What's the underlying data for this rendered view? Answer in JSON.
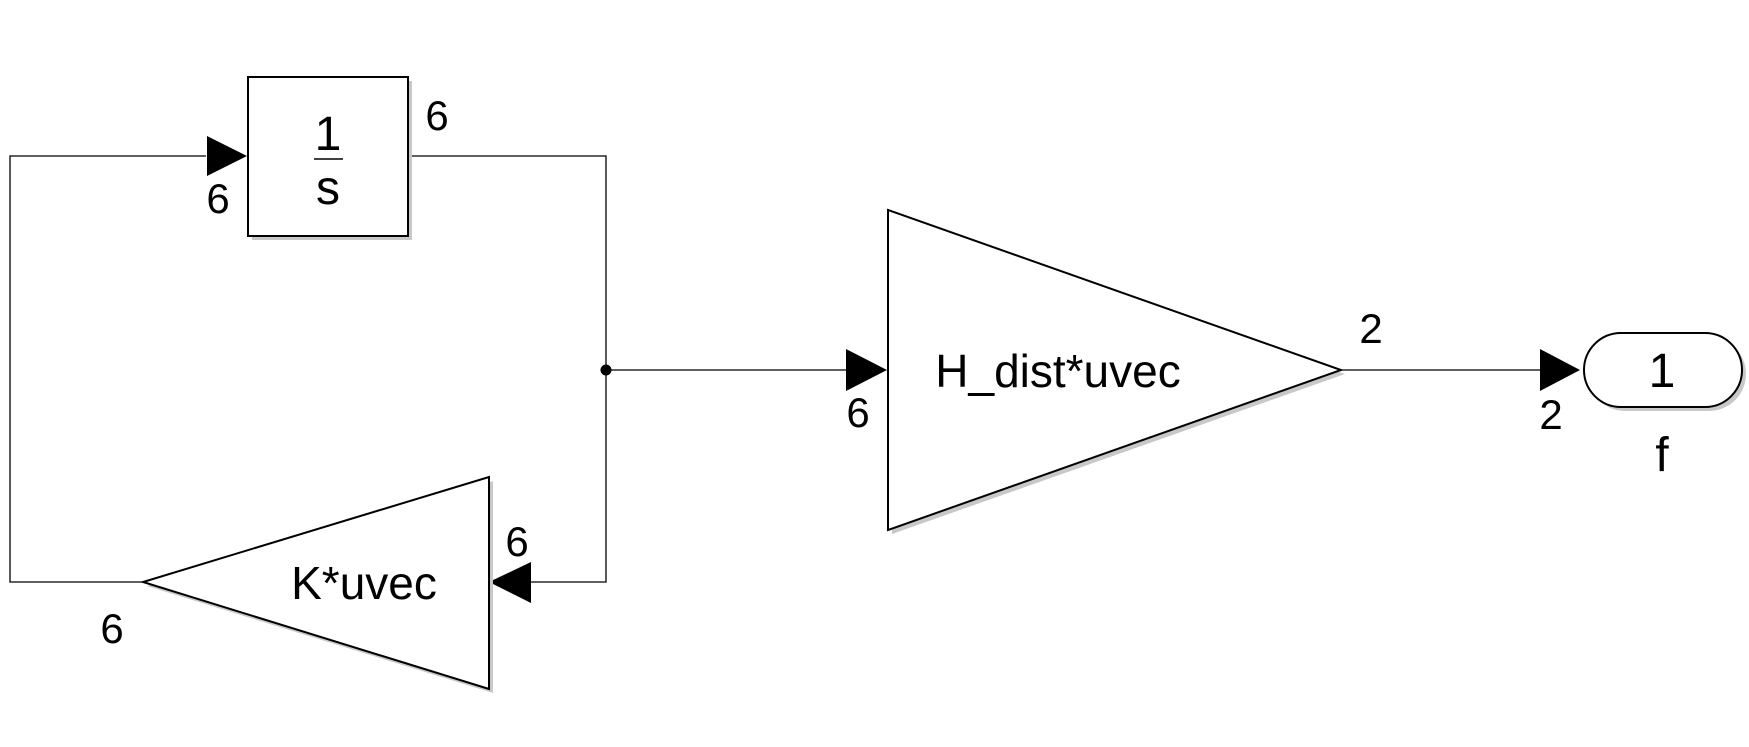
{
  "blocks": {
    "integrator": {
      "numerator": "1",
      "denominator": "s"
    },
    "gain_distribution": {
      "label": "H_dist*uvec"
    },
    "gain_feedback": {
      "label": "K*uvec"
    },
    "outport": {
      "number": "1",
      "name": "f"
    }
  },
  "signal_dimensions": {
    "integrator_in": "6",
    "integrator_out": "6",
    "gain_distribution_in": "6",
    "gain_distribution_out": "2",
    "outport_in": "2",
    "gain_feedback_in": "6",
    "gain_feedback_out": "6"
  }
}
